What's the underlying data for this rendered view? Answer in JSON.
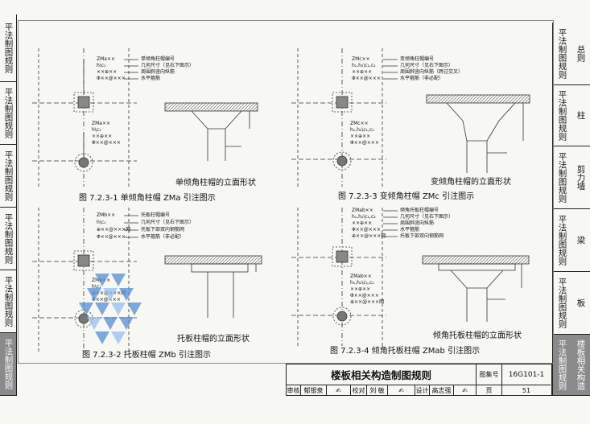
{
  "left_tabs": [
    {
      "label": "平法制图规则",
      "active": false
    },
    {
      "label": "平法制图规则",
      "active": false
    },
    {
      "label": "平法制图规则",
      "active": false
    },
    {
      "label": "平法制图规则",
      "active": false
    },
    {
      "label": "平法制图规则",
      "active": false
    },
    {
      "label": "平法制图规则",
      "active": true
    }
  ],
  "right_tabs": [
    {
      "col": "平法制图规则",
      "name": "总则",
      "active": false
    },
    {
      "col": "平法制图规则",
      "name": "柱",
      "active": false
    },
    {
      "col": "平法制图规则",
      "name": "剪力墙",
      "active": false
    },
    {
      "col": "平法制图规则",
      "name": "梁",
      "active": false
    },
    {
      "col": "平法制图规则",
      "name": "板",
      "active": false
    },
    {
      "col": "平法制图规则",
      "name": "楼板相关构造",
      "active": true
    }
  ],
  "figures": {
    "fig1": {
      "caption": "图 7.2.3-1  单倾角柱帽 ZMa 引注图示",
      "elevation_caption": "单倾角柱帽的立面形状",
      "legend": [
        {
          "code": "ZMa××",
          "desc": "单倾角柱帽编号"
        },
        {
          "code": "h\\c₁",
          "desc": "几何尺寸（见右下图示）"
        },
        {
          "code": "××⊕××",
          "desc": "周围斜竖向纵筋"
        },
        {
          "code": "Φ××@×××",
          "desc": "水平箍筋"
        }
      ],
      "plan_text": [
        "ZMa××",
        "h\\c₁",
        "××⊕××",
        "Φ××@×××"
      ]
    },
    "fig2": {
      "caption": "图 7.2.3-2  托板柱帽 ZMb 引注图示",
      "elevation_caption": "托板柱帽的立面形状",
      "legend": [
        {
          "code": "ZMb××",
          "desc": "托板柱帽编号"
        },
        {
          "code": "h\\c₁",
          "desc": "几何尺寸（见右下图示）"
        },
        {
          "code": "⊕××@×××网",
          "desc": "托板下部双向钢筋网"
        },
        {
          "code": "Φ××@×××",
          "desc": "水平箍筋（非必配）"
        }
      ],
      "plan_text": [
        "ZMb××",
        "h\\c₁",
        "⊕××@×××网",
        "Φ××@×××"
      ]
    },
    "fig3": {
      "caption": "图 7.2.3-3  变倾角柱帽 ZMc 引注图示",
      "elevation_caption": "变倾角柱帽的立面形状",
      "legend": [
        {
          "code": "ZMc××",
          "desc": "变倾角柱帽编号"
        },
        {
          "code": "h₁,h₂\\c₁,c₂",
          "desc": "几何尺寸（见右下图示）"
        },
        {
          "code": "××⊕××",
          "desc": "周围斜竖向纵筋（跨过交叉）"
        },
        {
          "code": "Φ××@×××",
          "desc": "水平箍筋（非必配）"
        }
      ],
      "plan_text": [
        "ZMc××",
        "h₁,h₂\\c₁,c₂",
        "××⊕××",
        "Φ××@×××"
      ]
    },
    "fig4": {
      "caption": "图 7.2.3-4  倾角托板柱帽 ZMab 引注图示",
      "elevation_caption": "倾角托板柱帽的立面形状",
      "legend": [
        {
          "code": "ZMab××",
          "desc": "倾角托板柱帽编号"
        },
        {
          "code": "h₁,h₂\\c₁,c₂",
          "desc": "几何尺寸（见右下图示）"
        },
        {
          "code": "××⊕××",
          "desc": "周围斜竖向纵筋"
        },
        {
          "code": "Φ××@×××",
          "desc": "水平箍筋"
        },
        {
          "code": "⊕××@×××网",
          "desc": "托板下部双向钢筋网"
        }
      ],
      "plan_text": [
        "ZMab××",
        "h₁,h₂\\c₁,c₂",
        "××⊕××",
        "Φ××@×××",
        "⊕××@×××网"
      ]
    }
  },
  "title_block": {
    "title": "楼板相关构造制图规则",
    "atlas_label": "图集号",
    "atlas_no": "16G101-1",
    "review_label": "审核",
    "reviewer": "郁银泉",
    "check_label": "校对",
    "checker": "刘  敏",
    "design_label": "设计",
    "designer": "高志强",
    "page_label": "页",
    "page_no": "51"
  }
}
